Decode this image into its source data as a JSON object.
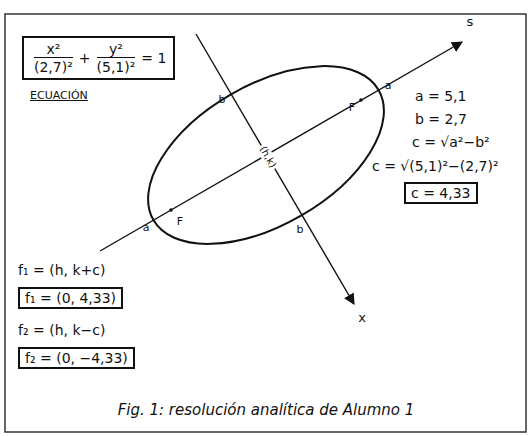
{
  "diagram": {
    "caption": "Fig. 1: resolución analítica de Alumno 1",
    "labels": [
      "x²",
      "(2,7)²",
      "+",
      "y²",
      "(5,1)²",
      "= 1",
      "ECUACIÓN",
      "s",
      "x",
      "b",
      "F",
      "a",
      "(h,k)",
      "b",
      "F",
      "a",
      "a = 5,1",
      "b = 2,7",
      "c = √a²−b²",
      "c = √(5,1)²−(2,7)²",
      "c = 4,33",
      "f₁ = (h, k+c)",
      "f₁ = (0, 4,33)",
      "f₂ = (h, k−c)",
      "f₂ = (0, −4,33)"
    ]
  }
}
